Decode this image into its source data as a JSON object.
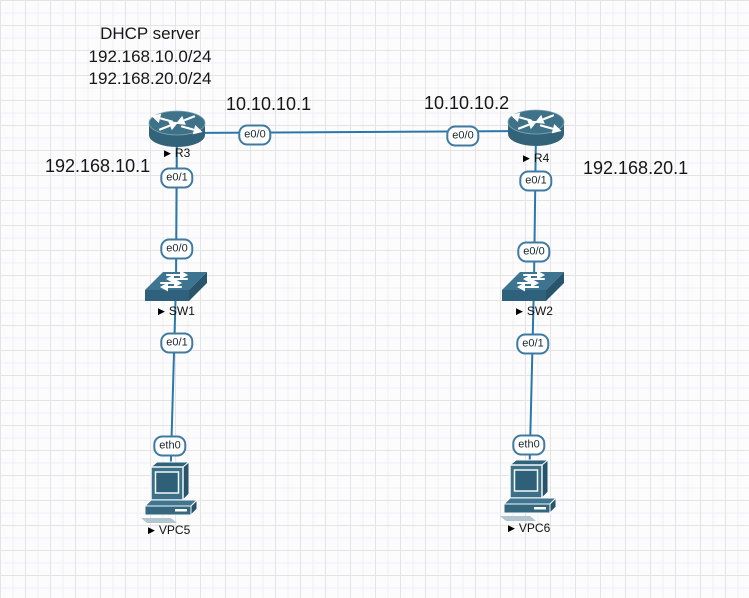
{
  "note": {
    "lines": [
      "DHCP server",
      "192.168.10.0/24",
      "192.168.20.0/24"
    ]
  },
  "node_marker": "▶",
  "nodes": {
    "r3": "R3",
    "r4": "R4",
    "sw1": "SW1",
    "sw2": "SW2",
    "vpc5": "VPC5",
    "vpc6": "VPC6"
  },
  "ports": {
    "r3_e00": "e0/0",
    "r3_e01": "e0/1",
    "r4_e00": "e0/0",
    "r4_e01": "e0/1",
    "sw1_e00": "e0/0",
    "sw1_e01": "e0/1",
    "sw2_e00": "e0/0",
    "sw2_e01": "e0/1",
    "vpc5_eth0": "eth0",
    "vpc6_eth0": "eth0"
  },
  "ip_labels": {
    "wan_left": "10.10.10.1",
    "wan_right": "10.10.10.2",
    "lan_left": "192.168.10.1",
    "lan_right": "192.168.20.1"
  },
  "colors": {
    "link": "#2b77ab",
    "device_fill": "#3c7086",
    "device_dark": "#28536b",
    "port_border": "#3f7aa1",
    "grid_major": "#e4e4e6",
    "grid_minor": "#f0f0f2",
    "text": "#161616"
  }
}
